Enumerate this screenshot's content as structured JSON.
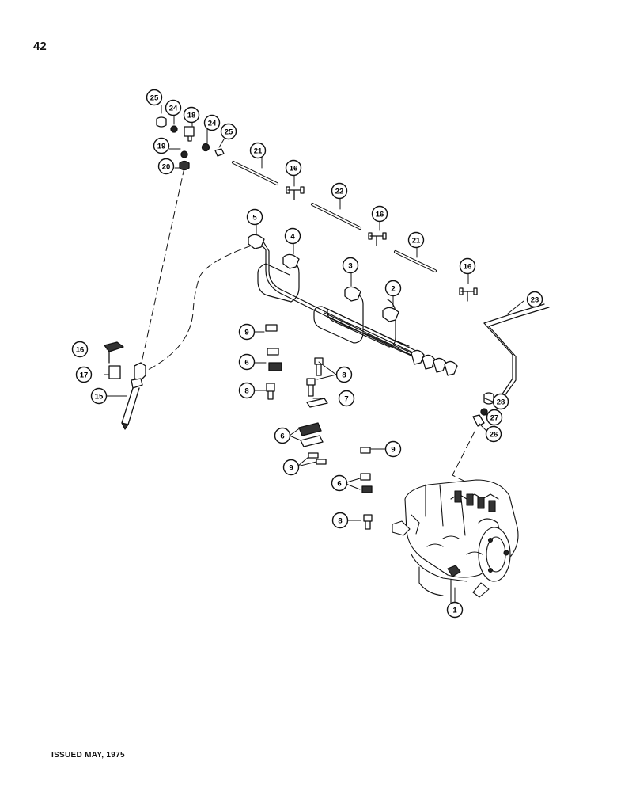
{
  "page": {
    "page_number": "42",
    "footer": "ISSUED MAY, 1975"
  },
  "callouts": [
    {
      "id": "c25a",
      "label": "25"
    },
    {
      "id": "c24a",
      "label": "24"
    },
    {
      "id": "c18",
      "label": "18"
    },
    {
      "id": "c24b",
      "label": "24"
    },
    {
      "id": "c25b",
      "label": "25"
    },
    {
      "id": "c19",
      "label": "19"
    },
    {
      "id": "c20",
      "label": "20"
    },
    {
      "id": "c21a",
      "label": "21"
    },
    {
      "id": "c16a",
      "label": "16"
    },
    {
      "id": "c22",
      "label": "22"
    },
    {
      "id": "c16b",
      "label": "16"
    },
    {
      "id": "c21b",
      "label": "21"
    },
    {
      "id": "c16c",
      "label": "16"
    },
    {
      "id": "c5",
      "label": "5"
    },
    {
      "id": "c4",
      "label": "4"
    },
    {
      "id": "c3",
      "label": "3"
    },
    {
      "id": "c2",
      "label": "2"
    },
    {
      "id": "c23",
      "label": "23"
    },
    {
      "id": "c9a",
      "label": "9"
    },
    {
      "id": "c6a",
      "label": "6"
    },
    {
      "id": "c8a",
      "label": "8"
    },
    {
      "id": "c8b",
      "label": "8"
    },
    {
      "id": "c7",
      "label": "7"
    },
    {
      "id": "c16d",
      "label": "16"
    },
    {
      "id": "c17",
      "label": "17"
    },
    {
      "id": "c15",
      "label": "15"
    },
    {
      "id": "c6b",
      "label": "6"
    },
    {
      "id": "c9b",
      "label": "9"
    },
    {
      "id": "c9c",
      "label": "9"
    },
    {
      "id": "c6c",
      "label": "6"
    },
    {
      "id": "c8c",
      "label": "8"
    },
    {
      "id": "c28",
      "label": "28"
    },
    {
      "id": "c27",
      "label": "27"
    },
    {
      "id": "c26",
      "label": "26"
    },
    {
      "id": "c1",
      "label": "1"
    }
  ]
}
